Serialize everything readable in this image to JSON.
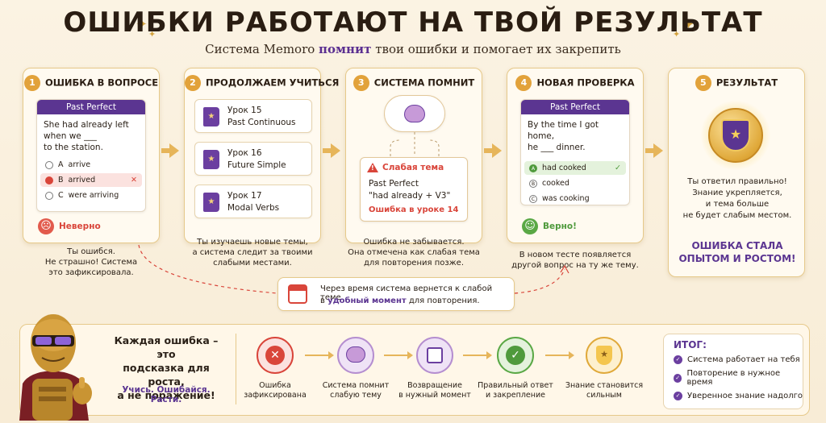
{
  "header": {
    "title": "ОШИБКИ РАБОТАЮТ НА ТВОЙ РЕЗУЛЬТАТ",
    "subtitle_pre": "Система Memoro ",
    "subtitle_hl": "помнит",
    "subtitle_post": " твои ошибки и помогает их закрепить"
  },
  "step1": {
    "num": "1",
    "title": "ОШИБКА В ВОПРОСЕ",
    "quiz_header": "Past Perfect",
    "q1": "She had already left",
    "q2": "when we ___",
    "q3": "to the station.",
    "options": [
      {
        "letter": "A",
        "text": "arrive"
      },
      {
        "letter": "B",
        "text": "arrived",
        "mark": "✕"
      },
      {
        "letter": "C",
        "text": "were arriving"
      }
    ],
    "status": "Неверно",
    "caption1": "Ты ошибся.",
    "caption2": "Не страшно! Система",
    "caption3": "это зафиксировала."
  },
  "step2": {
    "num": "2",
    "title": "ПРОДОЛЖАЕМ УЧИТЬСЯ",
    "lessons": [
      {
        "name": "Урок 15",
        "topic": "Past Continuous"
      },
      {
        "name": "Урок 16",
        "topic": "Future Simple"
      },
      {
        "name": "Урок 17",
        "topic": "Modal Verbs"
      }
    ],
    "caption1": "Ты изучаешь новые темы,",
    "caption2": "а система следит за твоими",
    "caption3": "слабыми местами."
  },
  "step3": {
    "num": "3",
    "title": "СИСТЕМА ПОМНИТ",
    "weak_title": "Слабая тема",
    "weak_l1": "Past Perfect",
    "weak_l2": "\"had already + V3\"",
    "weak_l3": "Ошибка в уроке 14",
    "caption1": "Ошибка не забывается.",
    "caption2": "Она отмечена как слабая тема",
    "caption3": "для повторения позже."
  },
  "step4": {
    "num": "4",
    "title": "НОВАЯ ПРОВЕРКА",
    "quiz_header": "Past Perfect",
    "q1": "By the time I got home,",
    "q2": "he ___ dinner.",
    "options": [
      {
        "letter": "A",
        "text": "had cooked",
        "mark": "✓"
      },
      {
        "letter": "B",
        "text": "cooked"
      },
      {
        "letter": "C",
        "text": "was cooking"
      }
    ],
    "status": "Верно!",
    "caption1": "В новом тесте появляется",
    "caption2": "другой вопрос на ту же тему."
  },
  "step5": {
    "num": "5",
    "title": "РЕЗУЛЬТАТ",
    "text1": "Ты ответил правильно!",
    "text2": "Знание укрепляется,",
    "text3": "и тема больше",
    "text4": "не будет слабым местом.",
    "accent1": "ОШИБКА СТАЛА",
    "accent2": "ОПЫТОМ И РОСТОМ!"
  },
  "reminder": {
    "line1": "Через время система вернется к слабой теме",
    "line2_pre": "в ",
    "line2_hl": "удобный момент",
    "line2_post": " для повторения."
  },
  "bottom": {
    "quote1": "Каждая ошибка – это",
    "quote2": "подсказка для роста,",
    "quote3": "а не поражение!",
    "slogan": "Учись. Ошибайся. Расти.",
    "flow": [
      {
        "l1": "Ошибка",
        "l2": "зафиксирована"
      },
      {
        "l1": "Система помнит",
        "l2": "слабую тему"
      },
      {
        "l1": "Возвращение",
        "l2": "в нужный момент"
      },
      {
        "l1": "Правильный ответ",
        "l2": "и закрепление"
      },
      {
        "l1": "Знание становится",
        "l2": "сильным"
      }
    ],
    "itog_title": "ИТОГ:",
    "itog_items": [
      "Система работает на тебя",
      "Повторение в нужное время",
      "Уверенное знание надолго"
    ]
  },
  "colors": {
    "purple": "#5b3591",
    "gold": "#e2a23a",
    "red": "#d9453a",
    "green": "#4f9a3c"
  }
}
